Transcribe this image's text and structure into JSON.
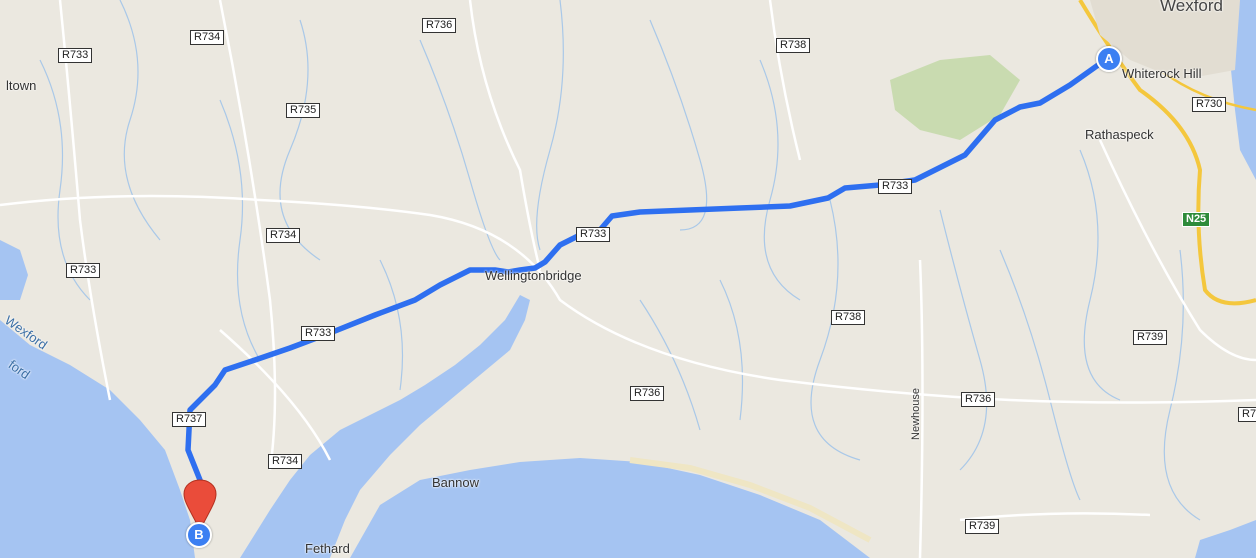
{
  "map": {
    "colors": {
      "land": "#ebe8e0",
      "water": "#a5c4f2",
      "route": "#2e6ff0",
      "road": "#ffffff",
      "national_road": "#f4c73d",
      "forest": "#c9dbb0",
      "river": "#a9c8e8"
    },
    "route": {
      "start_label": "A",
      "end_label": "B"
    },
    "places": {
      "wexford": "Wexford",
      "whiterock_hill": "Whiterock Hill",
      "rathaspeck": "Rathaspeck",
      "itown": "ltown",
      "wellingtonbridge": "Wellingtonbridge",
      "bannow": "Bannow",
      "fethard": "Fethard",
      "newhouse": "Newhouse",
      "wexford_harbour": "Wexford",
      "harbour_2": "ford"
    },
    "roads": {
      "r733_a": "R733",
      "r734_a": "R734",
      "r736_a": "R736",
      "r738_a": "R738",
      "r735": "R735",
      "r730": "R730",
      "n25": "N25",
      "r734_b": "R734",
      "r733_b": "R733",
      "r733_c": "R733",
      "r733_d": "R733",
      "r733_e": "R733",
      "r738_b": "R738",
      "r739_a": "R739",
      "r736_b": "R736",
      "r736_c": "R736",
      "r737": "R737",
      "r734_c": "R734",
      "r739_b": "R739",
      "r7_cut": "R7"
    }
  }
}
